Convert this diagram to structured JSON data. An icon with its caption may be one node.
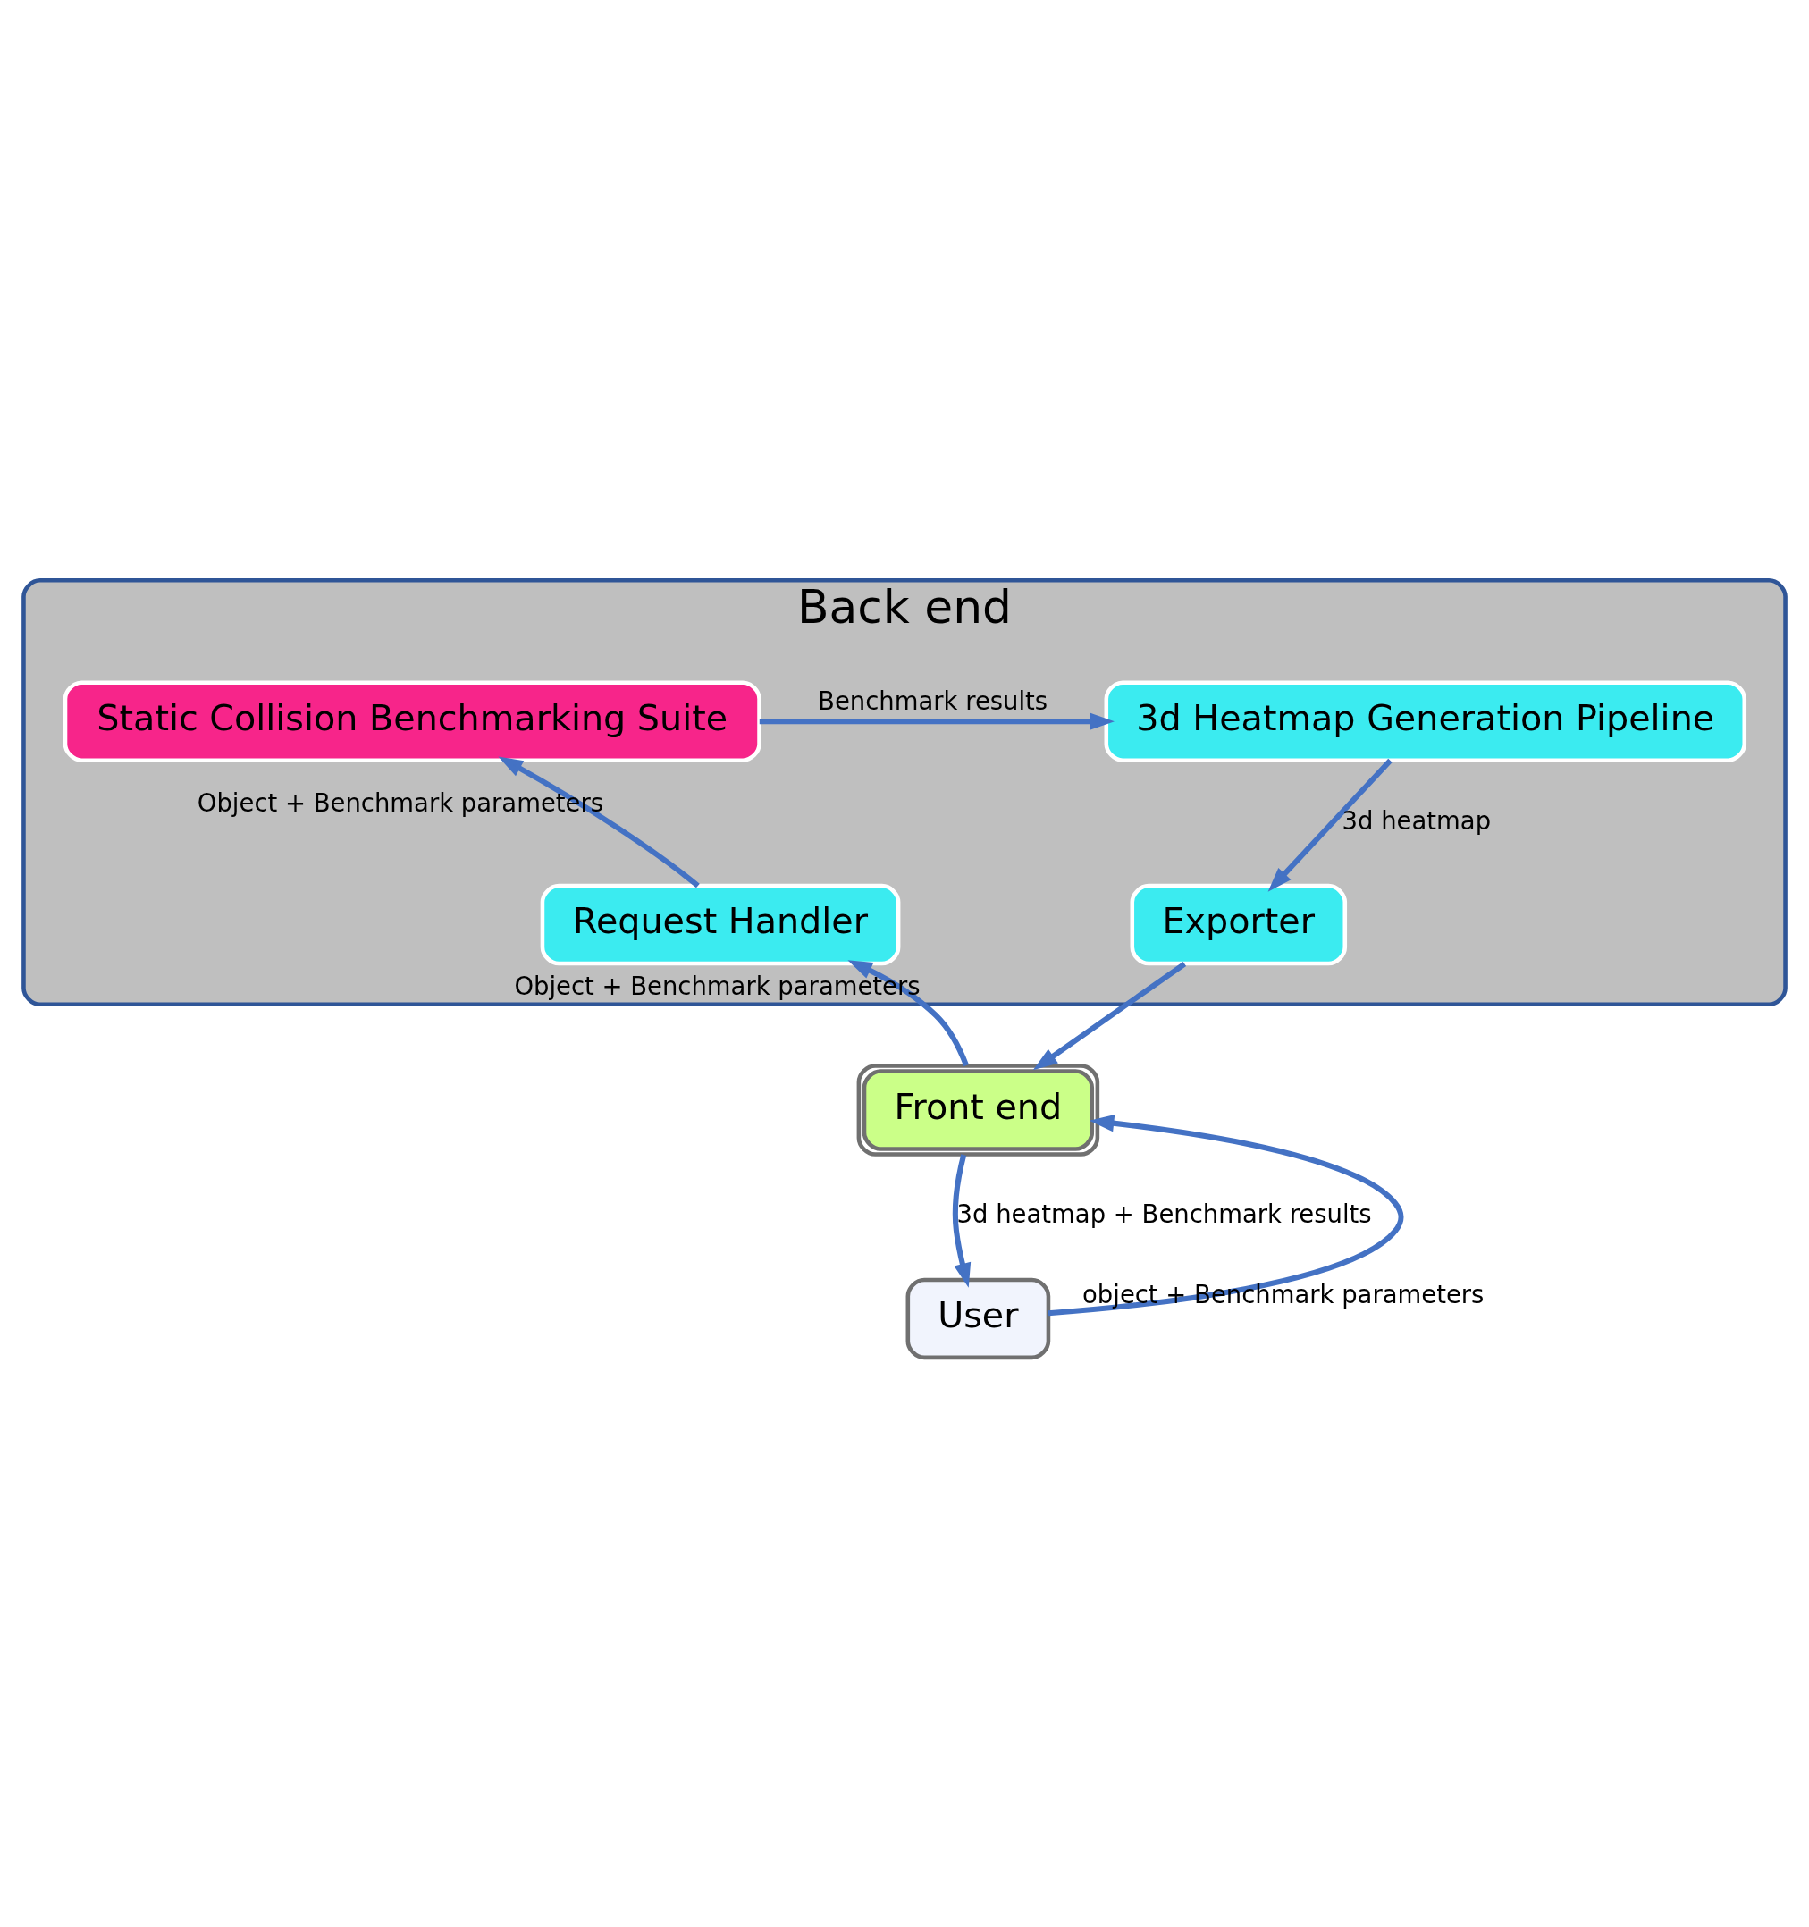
{
  "diagram": {
    "nodes": [
      {
        "text": [
          "Back end"
        ]
      },
      {
        "text": [
          "Static Collision Benchmarking Suite"
        ],
        "in": 0
      },
      {
        "text": [
          "3d Heatmap Generation Pipeline"
        ],
        "in": 0
      },
      {
        "text": [
          "Request Handler"
        ],
        "in": 0
      },
      {
        "text": [
          "Exporter"
        ],
        "in": 0
      },
      {
        "text": [
          "Front end"
        ]
      },
      {
        "text": [
          "User"
        ]
      }
    ],
    "edges": [
      {
        "from": 1,
        "to": 2,
        "arrow": "to",
        "label": "Benchmark results"
      },
      {
        "from": 3,
        "to": 1,
        "arrow": "to",
        "label": "Object + Benchmark parameters"
      },
      {
        "from": 2,
        "to": 4,
        "arrow": "to",
        "label": "3d heatmap"
      },
      {
        "from": 5,
        "to": 3,
        "arrow": "to",
        "label": "Object + Benchmark parameters"
      },
      {
        "from": 4,
        "to": 5,
        "arrow": "to"
      },
      {
        "from": 5,
        "to": 6,
        "arrow": "to",
        "label": "3d heatmap + Benchmark results"
      },
      {
        "from": 6,
        "to": 5,
        "arrow": "to",
        "label": "object + Benchmark parameters"
      }
    ]
  }
}
